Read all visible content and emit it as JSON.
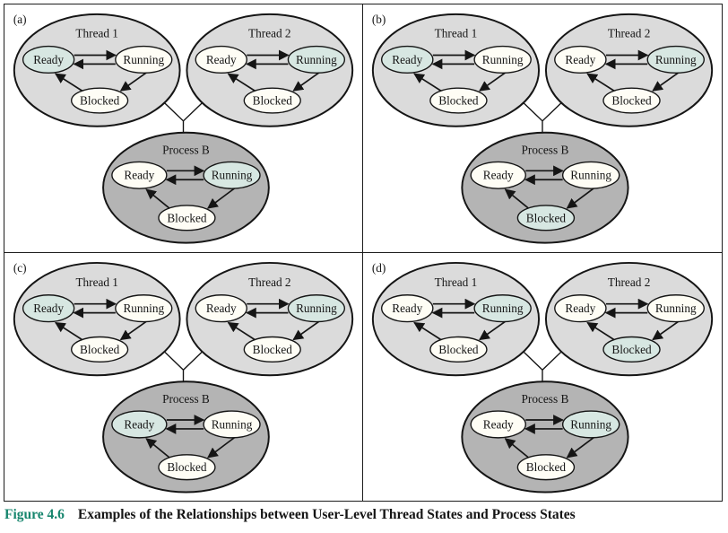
{
  "figure": {
    "number": "Figure 4.6",
    "title": "Examples of the Relationships between User-Level Thread States and Process States"
  },
  "colors": {
    "thread_fill": "#dbdbdb",
    "process_fill": "#b4b4b4",
    "node_fill": "#fefdf5",
    "highlight_fill": "#d7e7e2",
    "stroke": "#151515",
    "caption_accent": "#17866e"
  },
  "state_names": [
    "Ready",
    "Running",
    "Blocked"
  ],
  "transitions": [
    {
      "from": "Ready",
      "to": "Running"
    },
    {
      "from": "Running",
      "to": "Ready"
    },
    {
      "from": "Running",
      "to": "Blocked"
    },
    {
      "from": "Blocked",
      "to": "Ready"
    }
  ],
  "panels": [
    {
      "label": "(a)",
      "groups": [
        {
          "title": "Thread 1",
          "kind": "thread",
          "highlighted_state": "Ready"
        },
        {
          "title": "Thread 2",
          "kind": "thread",
          "highlighted_state": "Running"
        },
        {
          "title": "Process B",
          "kind": "process",
          "highlighted_state": "Running"
        }
      ]
    },
    {
      "label": "(b)",
      "groups": [
        {
          "title": "Thread 1",
          "kind": "thread",
          "highlighted_state": "Ready"
        },
        {
          "title": "Thread 2",
          "kind": "thread",
          "highlighted_state": "Running"
        },
        {
          "title": "Process B",
          "kind": "process",
          "highlighted_state": "Blocked"
        }
      ]
    },
    {
      "label": "(c)",
      "groups": [
        {
          "title": "Thread 1",
          "kind": "thread",
          "highlighted_state": "Ready"
        },
        {
          "title": "Thread 2",
          "kind": "thread",
          "highlighted_state": "Running"
        },
        {
          "title": "Process B",
          "kind": "process",
          "highlighted_state": "Ready"
        }
      ]
    },
    {
      "label": "(d)",
      "groups": [
        {
          "title": "Thread 1",
          "kind": "thread",
          "highlighted_state": "Running"
        },
        {
          "title": "Thread 2",
          "kind": "thread",
          "highlighted_state": "Blocked"
        },
        {
          "title": "Process B",
          "kind": "process",
          "highlighted_state": "Running"
        }
      ]
    }
  ]
}
